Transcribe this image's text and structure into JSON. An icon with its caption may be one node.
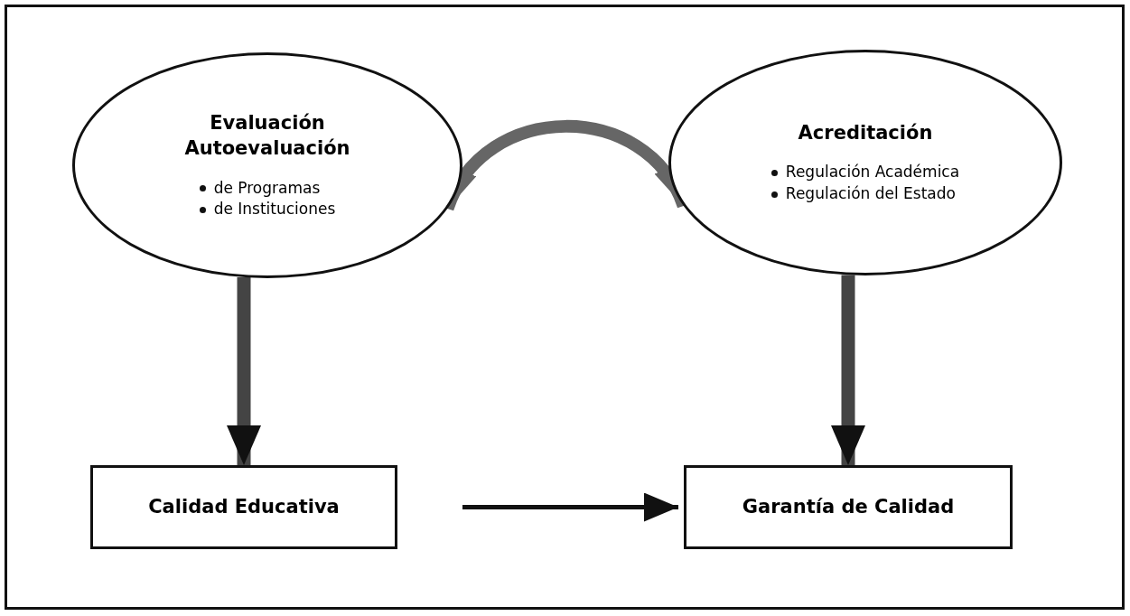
{
  "diagram": {
    "nodes": [
      {
        "text": [
          "Evaluación Autoevaluación",
          "de Programas",
          "de Instituciones"
        ]
      },
      {
        "text": [
          "Acreditación",
          "Regulación Académica",
          "Regulación del Estado"
        ]
      },
      {
        "text": [
          "Calidad Educativa"
        ]
      },
      {
        "text": [
          "Garantía de Calidad"
        ]
      }
    ],
    "edges": [
      {
        "from": 0,
        "to": 1,
        "arrow": "both",
        "color": "#666666"
      },
      {
        "from": 0,
        "to": 2,
        "arrow": "to"
      },
      {
        "from": 1,
        "to": 3,
        "arrow": "to"
      },
      {
        "from": 2,
        "to": 3,
        "arrow": "to"
      }
    ]
  }
}
